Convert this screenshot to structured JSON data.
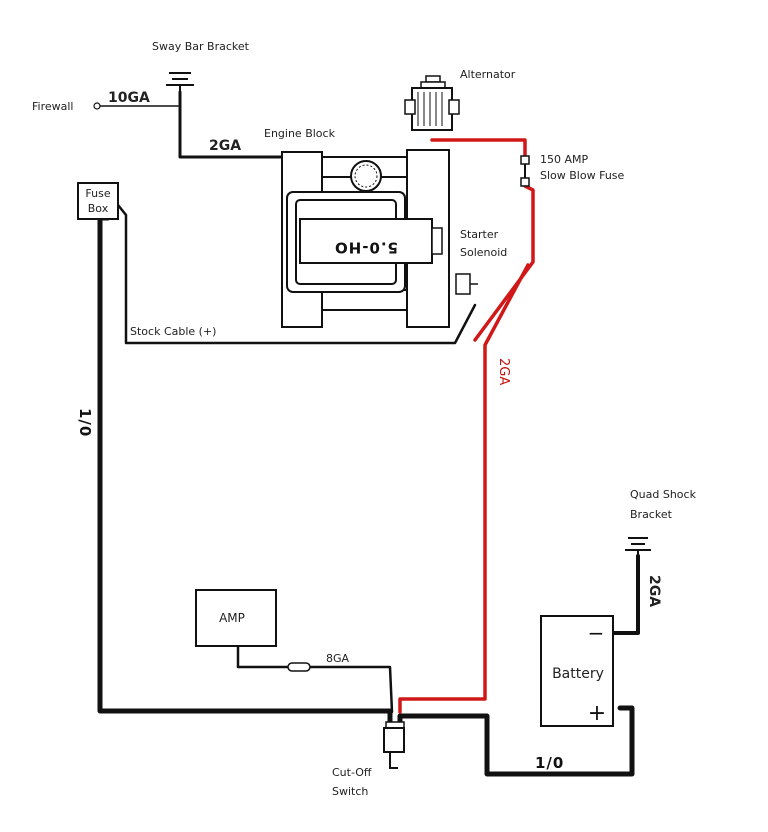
{
  "labels": {
    "sway_bar_bracket": "Sway Bar Bracket",
    "firewall": "Firewall",
    "gauge_10": "10GA",
    "gauge_2_top": "2GA",
    "engine_block": "Engine Block",
    "alternator": "Alternator",
    "fuse_150_line1": "150 AMP",
    "fuse_150_line2": "Slow Blow Fuse",
    "fuse_box_line1": "Fuse",
    "fuse_box_line2": "Box",
    "engine_badge": "5.0-HO",
    "starter_line1": "Starter",
    "starter_line2": "Solenoid",
    "stock_cable": "Stock Cable (+)",
    "gauge_2_red": "2GA",
    "gauge_1_0_left": "1/0",
    "quad_shock_line1": "Quad Shock",
    "quad_shock_line2": "Bracket",
    "gauge_2_right": "2GA",
    "amp": "AMP",
    "gauge_8": "8GA",
    "battery": "Battery",
    "battery_minus": "−",
    "battery_plus": "+",
    "gauge_1_0_bottom": "1/0",
    "cutoff_line1": "Cut-Off",
    "cutoff_line2": "Switch"
  },
  "colors": {
    "positive_wire": "#d01818",
    "ground_wire": "#111111"
  }
}
